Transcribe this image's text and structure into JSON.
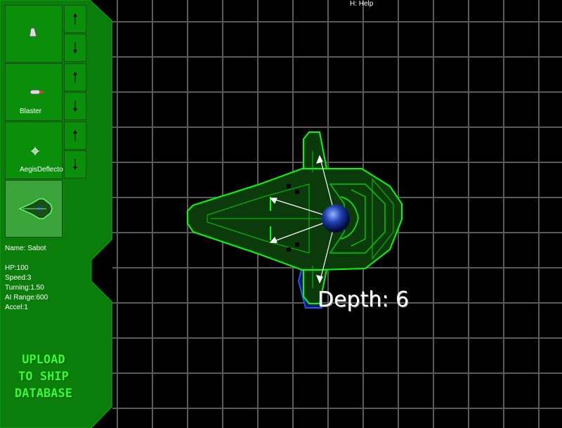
{
  "help_text": "H: Help",
  "weapon_slots": [
    {
      "label": "",
      "icon": "turret-icon"
    },
    {
      "label": "Blaster",
      "icon": "blaster-icon"
    },
    {
      "label": "AegisDeflecto",
      "icon": "deflector-icon"
    }
  ],
  "ship": {
    "name": "Name: Sabot",
    "stats": [
      "HP:100",
      "Speed:3",
      "Turning:1.50",
      "AI Range:600",
      "Accel:1"
    ]
  },
  "upload_button": [
    "UPLOAD",
    "TO SHIP",
    "DATABASE"
  ],
  "depth_label": "Depth: 6",
  "colors": {
    "panel_green": "#0a8f0a",
    "ship_outline": "#00ff00",
    "grid": "#5a5a5a"
  }
}
